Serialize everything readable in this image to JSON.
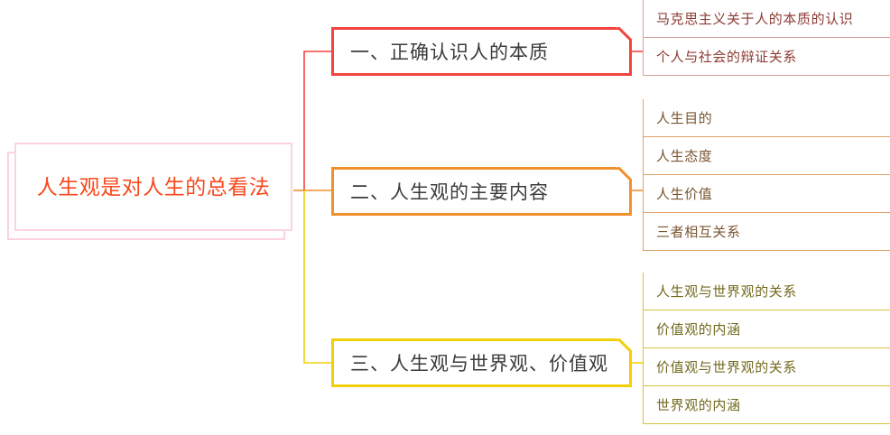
{
  "mindmap": {
    "root": {
      "text": "人生观是对人生的总看法",
      "text_color": "#f8481c",
      "border_color": "#fbd3e4"
    },
    "branches": [
      {
        "label": "一、正确认识人的本质",
        "color": "#f4443f",
        "leaf_text_color": "#8c3b33",
        "leaf_line_color": "#d4a09a",
        "leaves": [
          "马克思主义关于人的本质的认识",
          "个人与社会的辩证关系"
        ]
      },
      {
        "label": "二、人生观的主要内容",
        "color": "#f0912d",
        "leaf_text_color": "#7a5530",
        "leaf_line_color": "#e0a268",
        "leaves": [
          "人生目的",
          "人生态度",
          "人生价值",
          "三者相互关系"
        ]
      },
      {
        "label": "三、人生观与世界观、价值观",
        "color": "#f2d009",
        "leaf_text_color": "#726a1d",
        "leaf_line_color": "#d6c23c",
        "leaves": [
          "人生观与世界观的关系",
          "价值观的内涵",
          "价值观与世界观的关系",
          "世界观的内涵"
        ]
      }
    ]
  }
}
